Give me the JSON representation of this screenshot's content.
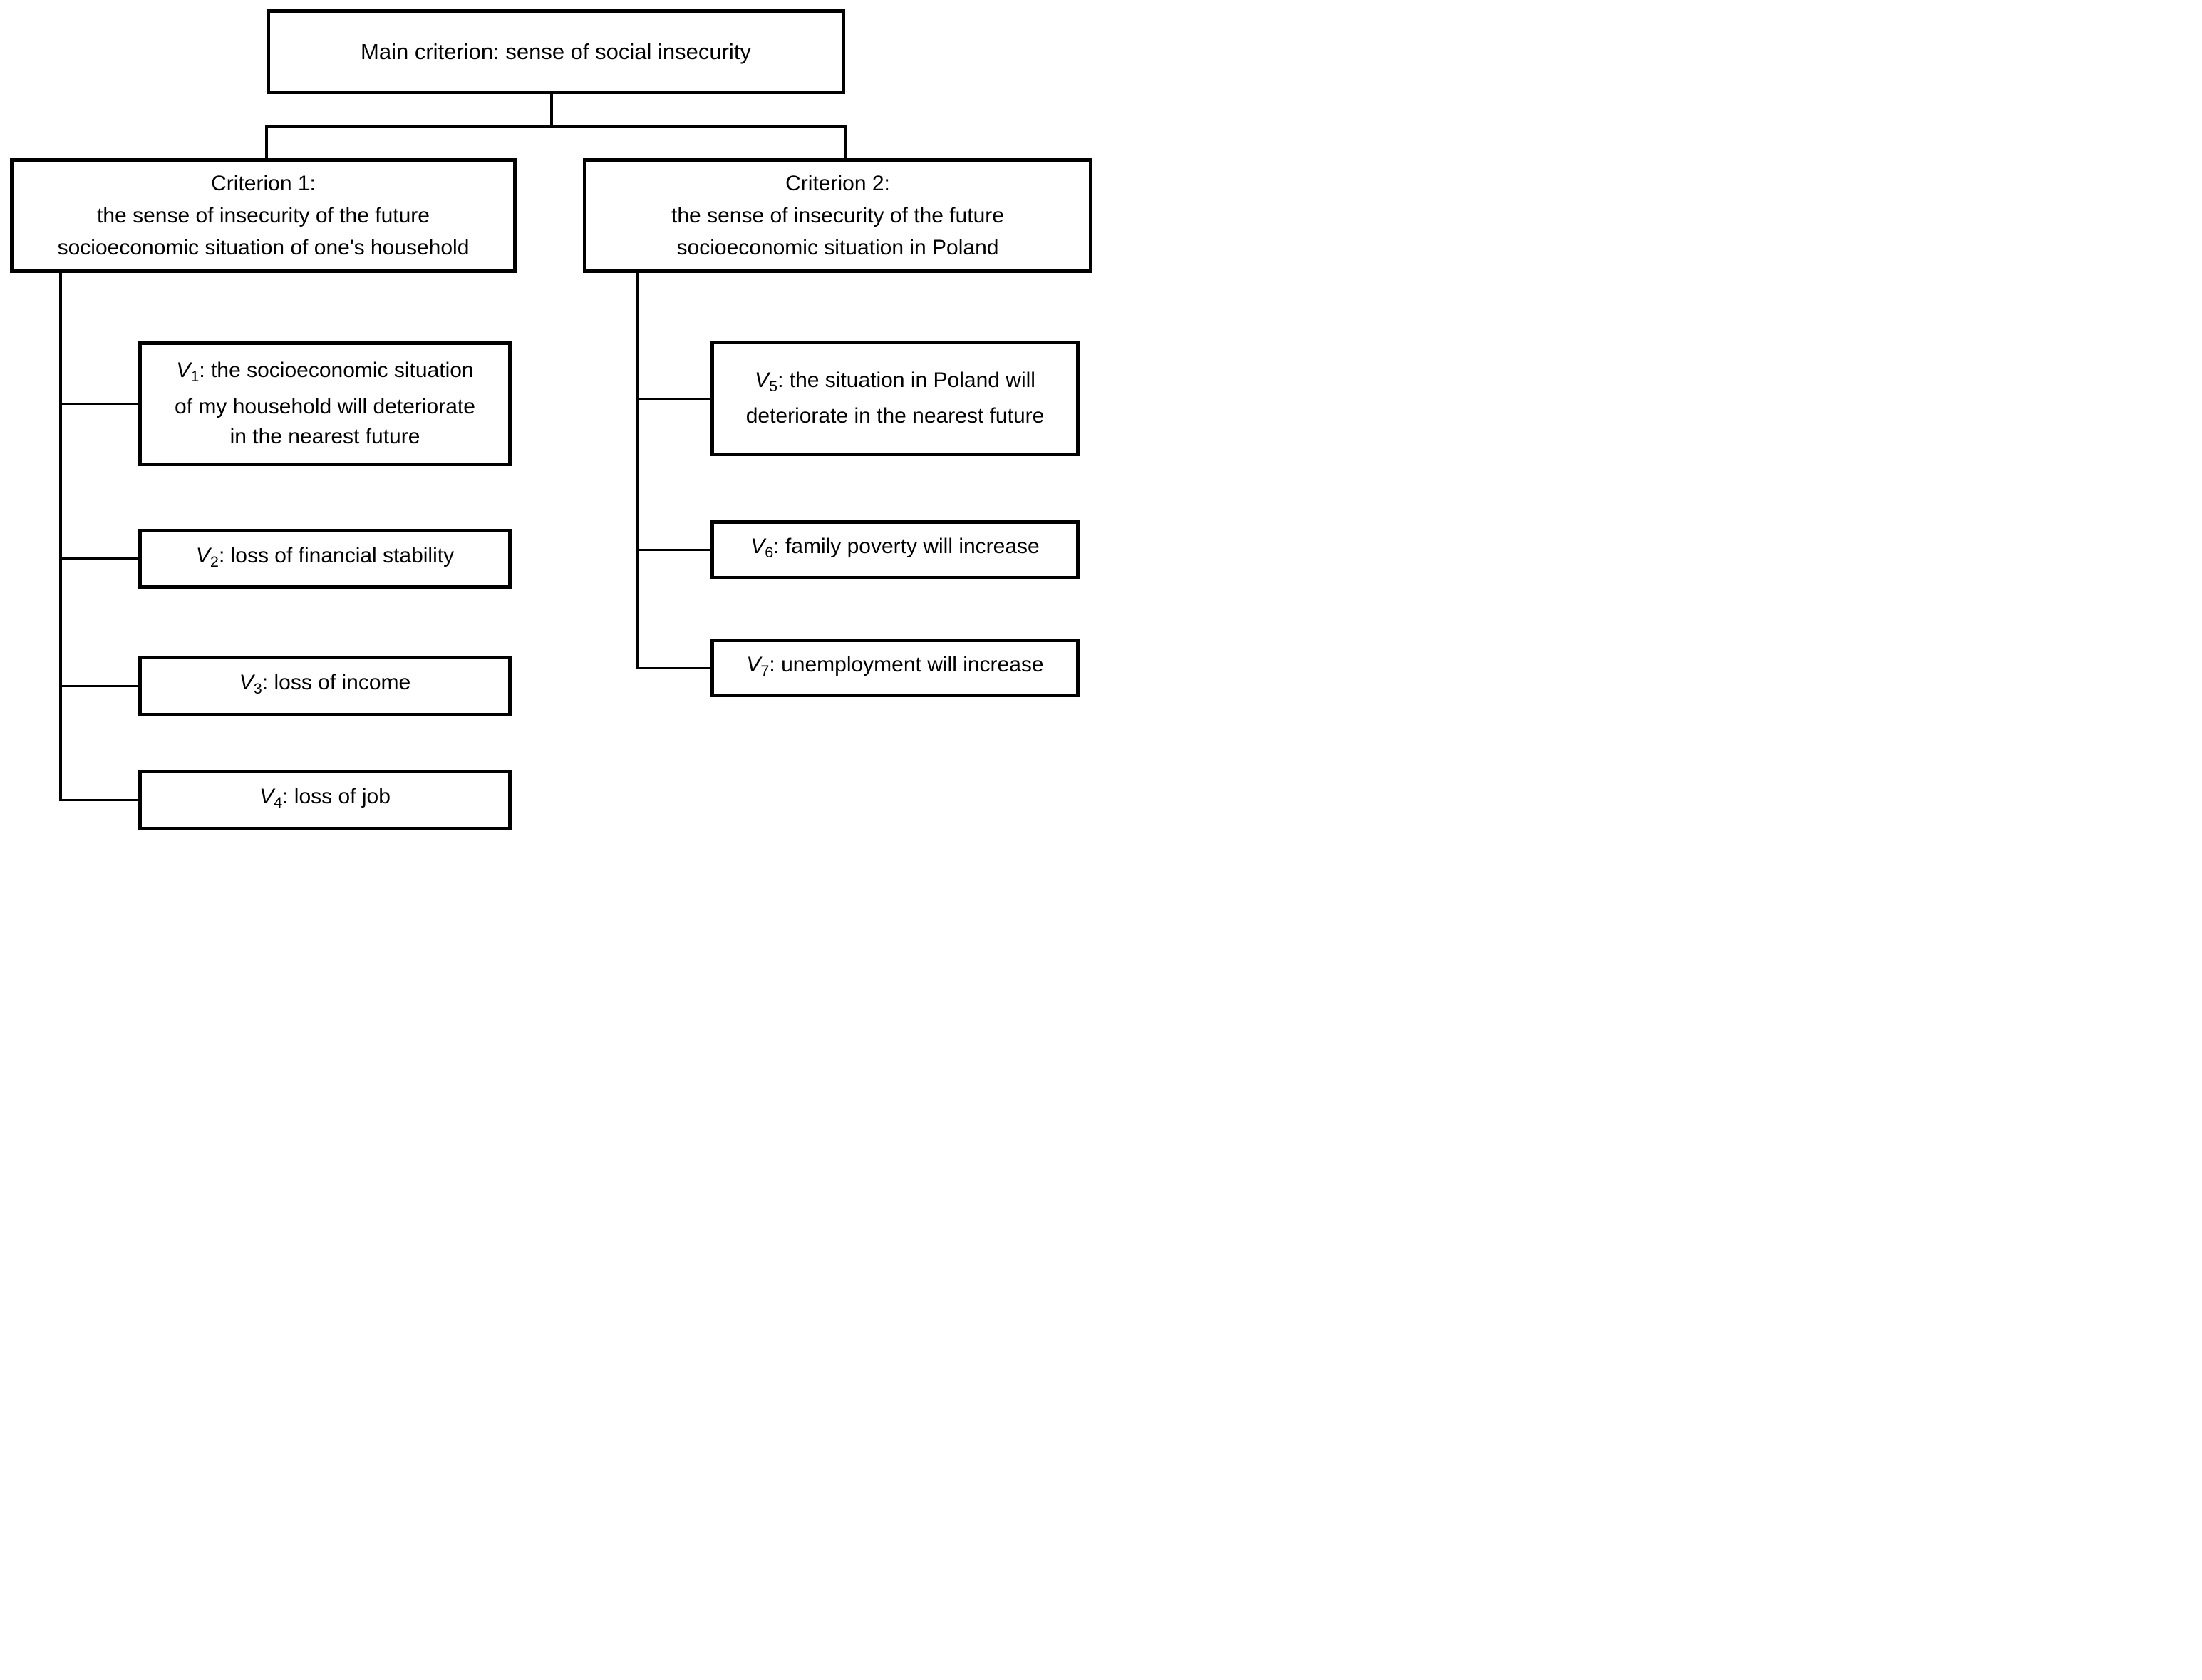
{
  "diagram": {
    "root": {
      "label": "Main criterion: sense of social insecurity"
    },
    "criteria": [
      {
        "lines": [
          "Criterion 1:",
          "the sense of insecurity of the future",
          "socioeconomic situation of one's household"
        ]
      },
      {
        "lines": [
          "Criterion 2:",
          "the sense of insecurity of the future",
          "socioeconomic situation in Poland"
        ]
      }
    ],
    "variables": [
      {
        "symbol": "V",
        "subscript": "1",
        "lines": [
          ": the socioeconomic situation",
          "of my household will deteriorate",
          "in the nearest future"
        ]
      },
      {
        "symbol": "V",
        "subscript": "2",
        "lines": [
          ": loss of financial stability"
        ]
      },
      {
        "symbol": "V",
        "subscript": "3",
        "lines": [
          ": loss of income"
        ]
      },
      {
        "symbol": "V",
        "subscript": "4",
        "lines": [
          ": loss of job"
        ]
      },
      {
        "symbol": "V",
        "subscript": "5",
        "lines": [
          ": the situation in Poland will",
          "deteriorate in the nearest future"
        ]
      },
      {
        "symbol": "V",
        "subscript": "6",
        "lines": [
          ": family poverty will increase"
        ]
      },
      {
        "symbol": "V",
        "subscript": "7",
        "lines": [
          ": unemployment will increase"
        ]
      }
    ],
    "colors": {
      "line": "#000000",
      "background": "#ffffff",
      "text": "#000000"
    }
  }
}
